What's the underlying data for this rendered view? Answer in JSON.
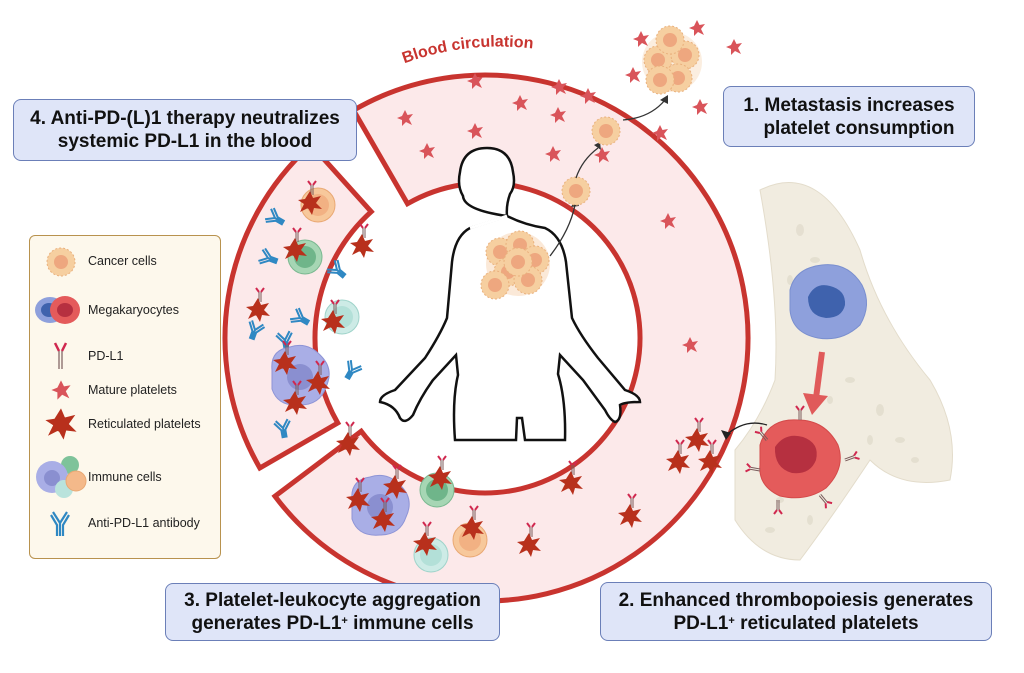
{
  "diagram": {
    "ring_title": "Blood circulation",
    "colors": {
      "ring_stroke": "#c8342f",
      "ring_fill": "#fce9ea",
      "box_fill": "#dfe5f8",
      "box_stroke": "#6b7fb8",
      "legend_fill": "#fdf8ec",
      "legend_stroke": "#b8924e",
      "cancer_cell": "#f6cfa0",
      "cancer_nucleus": "#eea77f",
      "mature_platelet": "#d9545a",
      "reticulated_platelet": "#b8301c",
      "pd_l1": "#d0284f",
      "antibody": "#2f88c3",
      "megakaryocyte_immature": "#8ea0dc",
      "megakaryocyte_mature": "#e45b5b",
      "bone": "#f1ece0",
      "immune_purple": "#9fa3dd",
      "immune_green": "#7ec39a",
      "immune_teal": "#b9e3dc",
      "immune_orange": "#f4b98a"
    },
    "steps": [
      {
        "number": "1.",
        "lines": [
          "1.  Metastasis increases",
          "platelet consumption"
        ]
      },
      {
        "number": "2.",
        "lines": [
          "2. Enhanced thrombopoiesis generates",
          "PD-L1",
          "reticulated platelets"
        ],
        "superscript": "+"
      },
      {
        "number": "3.",
        "lines": [
          "3. Platelet-leukocyte aggregation",
          "generates PD-L1",
          "immune cells"
        ],
        "superscript": "+"
      },
      {
        "number": "4.",
        "lines": [
          "4. Anti-PD-(L)1 therapy neutralizes",
          "systemic PD-L1 in the blood"
        ]
      }
    ],
    "legend": [
      {
        "icon": "cancer-cell-icon",
        "label": "Cancer cells"
      },
      {
        "icon": "megakaryocyte-icon",
        "label": "Megakaryocytes"
      },
      {
        "icon": "pd-l1-icon",
        "label": "PD-L1"
      },
      {
        "icon": "mature-platelet-icon",
        "label": "Mature platelets"
      },
      {
        "icon": "reticulated-platelet-icon",
        "label": "Reticulated platelets"
      },
      {
        "icon": "immune-cells-icon",
        "label": "Immune cells"
      },
      {
        "icon": "antibody-icon",
        "label": "Anti-PD-L1 antibody"
      }
    ]
  }
}
